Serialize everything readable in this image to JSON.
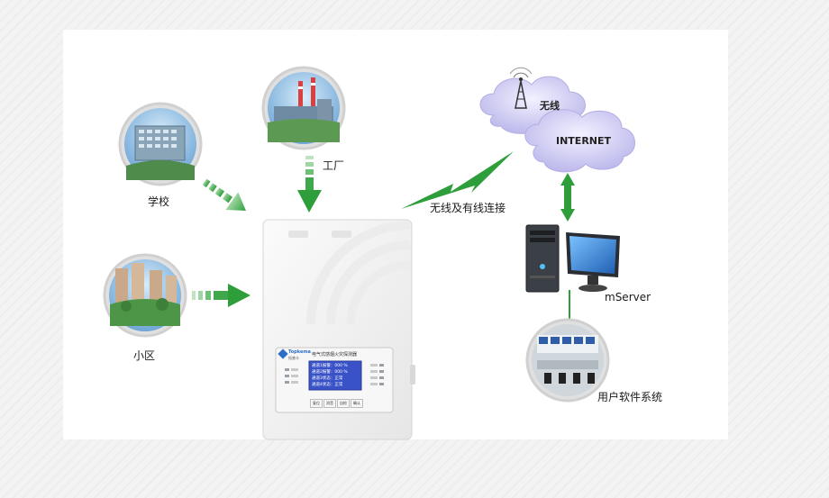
{
  "nodes": {
    "school": "学校",
    "factory": "工厂",
    "community": "小区",
    "link": "无线及有线连接",
    "wireless": "无线",
    "internet": "INTERNET",
    "server": "mServer",
    "user_software": "用户软件系统"
  },
  "device": {
    "brand": "Topkema",
    "brand_sub": "拓普卡",
    "title": "电气式感烟火灾探测器",
    "lcd_lines": [
      "通道1报警：000 %",
      "通道2报警：000 %",
      "通道3状态：正常",
      "通道4状态：正常"
    ],
    "buttons": [
      "复位",
      "消音",
      "自检",
      "确认"
    ]
  },
  "colors": {
    "arrow": "#2e9e3a",
    "cloud": "#c9c6ee",
    "lcd": "#3a52c8"
  }
}
